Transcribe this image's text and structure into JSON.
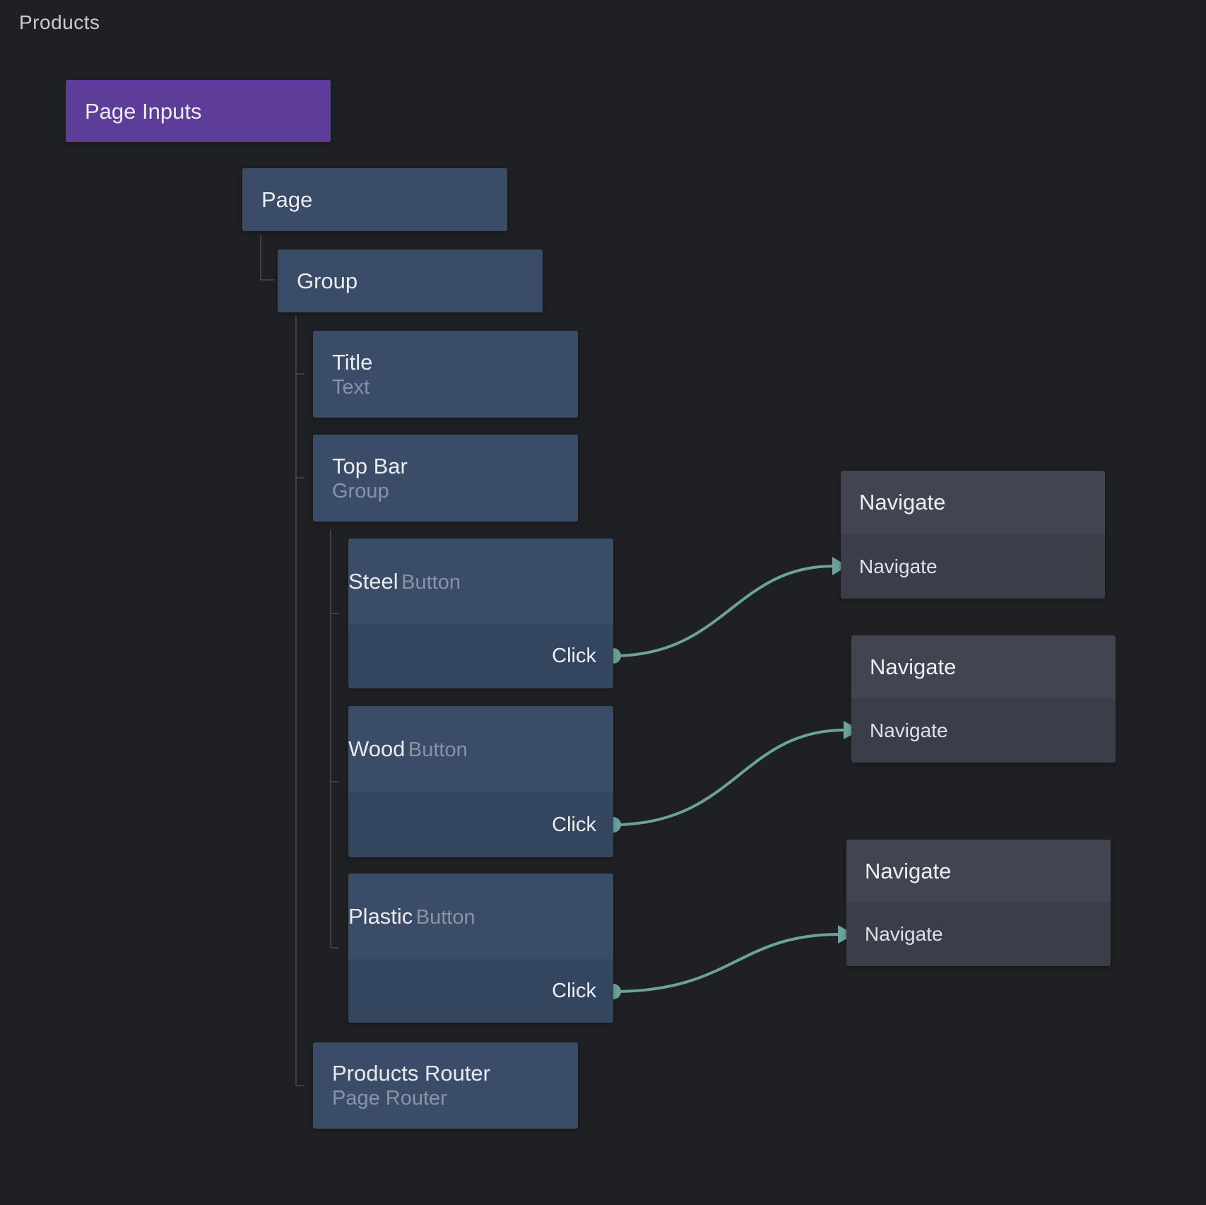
{
  "page": {
    "title": "Products"
  },
  "colors": {
    "background": "#1f2023",
    "node_blue": "#3a4c68",
    "node_click_row": "#344560",
    "page_inputs_purple": "#5e3c99",
    "navigate_header": "#424452",
    "navigate_body": "#3b3e49",
    "connection_teal": "#6ba39b",
    "tree_line": "#3e4045"
  },
  "nodes": {
    "page_inputs": {
      "label": "Page Inputs"
    },
    "page": {
      "label": "Page"
    },
    "group": {
      "label": "Group"
    },
    "title": {
      "label": "Title",
      "type": "Text"
    },
    "top_bar": {
      "label": "Top Bar",
      "type": "Group"
    },
    "steel": {
      "label": "Steel",
      "type": "Button",
      "port": "Click"
    },
    "wood": {
      "label": "Wood",
      "type": "Button",
      "port": "Click"
    },
    "plastic": {
      "label": "Plastic",
      "type": "Button",
      "port": "Click"
    },
    "products_router": {
      "label": "Products Router",
      "type": "Page Router"
    },
    "navigate_1": {
      "header": "Navigate",
      "action": "Navigate"
    },
    "navigate_2": {
      "header": "Navigate",
      "action": "Navigate"
    },
    "navigate_3": {
      "header": "Navigate",
      "action": "Navigate"
    }
  }
}
